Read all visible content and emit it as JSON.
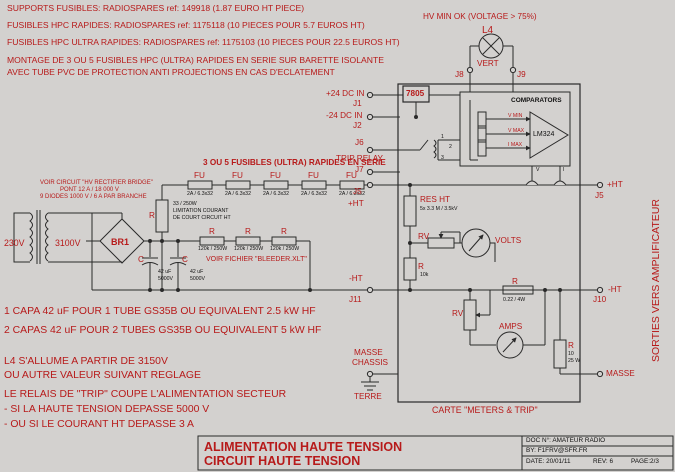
{
  "header_notes": [
    "SUPPORTS FUSIBLES: RADIOSPARES ref: 149918 (1.87 EURO HT PIECE)",
    "FUSIBLES HPC RAPIDES: RADIOSPARES ref: 1175118 (10 PIECES POUR 5.7 EUROS HT)",
    "FUSIBLES HPC ULTRA RAPIDES: RADIOSPARES ref: 1175103 (10 PIECES POUR 22.5 EUROS HT)",
    "MONTAGE DE 3 OU 5 FUSIBLES HPC (ULTRA) RAPIDES EN SERIE SUR BARETTE ISOLANTE",
    "AVEC TUBE PVC DE PROTECTION ANTI PROJECTIONS EN CAS D'ECLATEMENT"
  ],
  "hv_ok": {
    "caption": "HV MIN OK (VOLTAGE > 75%)",
    "lamp": "L4",
    "lamp_color": "VERT",
    "pins": [
      "J8",
      "J9"
    ]
  },
  "transformer": {
    "primary": "230V",
    "secondary": "3100V"
  },
  "bridge": {
    "name": "BR1",
    "caption_lines": [
      "VOIR CIRCUIT \"HV RECTIFIER BRIDGE\"",
      "PONT 12 A / 18 000 V",
      "9 DIODES 1000 V / 6 A PAR BRANCHE"
    ]
  },
  "fuse_bank": {
    "title": "3 OU 5 FUSIBLES (ULTRA) RAPIDES EN SERIE",
    "fuse_label": "FU",
    "fuse_rating": "2A / 6.3x32",
    "count": 5
  },
  "limit_resistor": {
    "label": "R",
    "value_lines": [
      "33 / 250W",
      "LIMITATION COURANT",
      "DE COURT CIRCUIT HT"
    ]
  },
  "bleeder": {
    "label": "R",
    "value": "120k / 250W",
    "count": 3,
    "note": "VOIR FICHIER \"BLEEDER.XLT\""
  },
  "capacitors": {
    "label": "C",
    "value_lines": [
      "42 uF",
      "5000V"
    ]
  },
  "capacity_notes": [
    "1 CAPA 42 uF POUR 1 TUBE GS35B OU EQUIVALENT 2.5 kW HF",
    "2 CAPAS 42 uF POUR 2 TUBES GS35B OU EQUIVALENT 5 kW HF"
  ],
  "lamp_notes": [
    "L4 S'ALLUME A PARTIR DE 3150V",
    "OU AUTRE VALEUR SUIVANT REGLAGE"
  ],
  "relay_notes": [
    "LE RELAIS DE \"TRIP\" COUPE L'ALIMENTATION SECTEUR",
    "- SI LA HAUTE TENSION DEPASSE 5000 V",
    "- OU SI LE COURANT HT DEPASSE 3 A"
  ],
  "meters_board": {
    "regulator": "7805",
    "comparators_title": "COMPARATORS",
    "ic": "LM324",
    "vmin": "V MIN",
    "vmax": "V MAX",
    "imax": "I MAX",
    "v_tap": "V",
    "i_tap": "I",
    "relay_pins": [
      "1",
      "2",
      "3"
    ],
    "res_ht": {
      "label": "RES HT",
      "value": "5x 3.3 M / 3.5kV"
    },
    "rv": "RV",
    "volts": "VOLTS",
    "amps": "AMPS",
    "r_label": "R",
    "r_voltmeter": "10k",
    "shunt": "0.22 / 4W",
    "r_bottom": [
      "10",
      "25 W"
    ],
    "caption": "CARTE \"METERS & TRIP\""
  },
  "connectors": {
    "j1": {
      "pin": "J1",
      "label": "+24 DC IN"
    },
    "j2": {
      "pin": "J2",
      "label": "-24 DC IN"
    },
    "j6": {
      "pin": "J6",
      "label": "TRIP RELAY"
    },
    "j7": "J7",
    "j5_left": {
      "pin": "J5",
      "label": "+HT"
    },
    "j11": {
      "pin": "J11",
      "label": "-HT"
    },
    "j5_right": {
      "pin": "J5",
      "label": "+HT"
    },
    "j10": {
      "pin": "J10",
      "label": "-HT"
    },
    "masse_chassis": [
      "MASSE",
      "CHASSIS"
    ],
    "terre": "TERRE",
    "masse": "MASSE"
  },
  "side_label": "SORTIES VERS AMPLIFICATEUR",
  "title_block": {
    "title_1": "ALIMENTATION HAUTE TENSION",
    "title_2": "CIRCUIT HAUTE TENSION",
    "doc": "DOC N°: AMATEUR RADIO",
    "by": "BY:  F1FRV@SFR.FR",
    "date": "DATE: 20/01/11",
    "rev": "REV: 6",
    "page": "PAGE:2/3"
  },
  "colors": {
    "ink": "#b71a1a",
    "wire": "#2a2a2a",
    "paper": "#d3d1cf"
  }
}
